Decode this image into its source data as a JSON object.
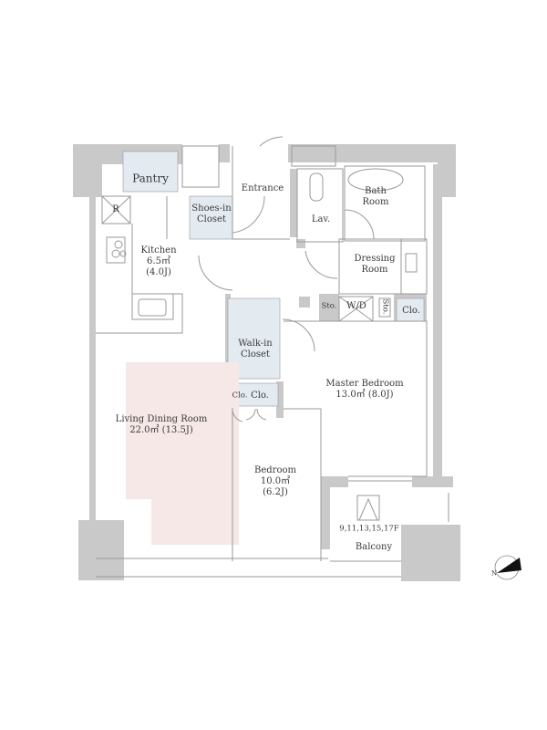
{
  "rooms": {
    "pantry": "Pantry",
    "refrigerator": "R",
    "shoes_closet": [
      "Shoes-in",
      "Closet"
    ],
    "entrance": "Entrance",
    "lav": "Lav.",
    "bath_room": [
      "Bath",
      "Room"
    ],
    "kitchen": {
      "name": "Kitchen",
      "area": "6.5㎡",
      "jo": "(4.0J)"
    },
    "dressing_room": [
      "Dressing",
      "Room"
    ],
    "storage_1": "Sto.",
    "washer_dryer": "W/D",
    "storage_2": "Sto.",
    "closet_master": "Clo.",
    "walk_in_closet": [
      "Walk-in",
      "Closet"
    ],
    "closet_a": "Clo.",
    "closet_b": "Clo.",
    "master_bedroom": {
      "name": "Master Bedroom",
      "area": "13.0㎡  (8.0J)"
    },
    "living_dining": {
      "name": "Living Dining Room",
      "area": "22.0㎡  (13.5J)"
    },
    "bedroom": {
      "name": "Bedroom",
      "area": "10.0㎡",
      "jo": "(6.2J)"
    },
    "floors_note": "9,11,13,15,17F",
    "balcony": "Balcony"
  },
  "compass": {
    "label": "N"
  },
  "colors": {
    "wall": "#c9c9c9",
    "closet": "#e3ebf1",
    "living_area": "#f6e8e6",
    "line": "#9a9a9a"
  }
}
